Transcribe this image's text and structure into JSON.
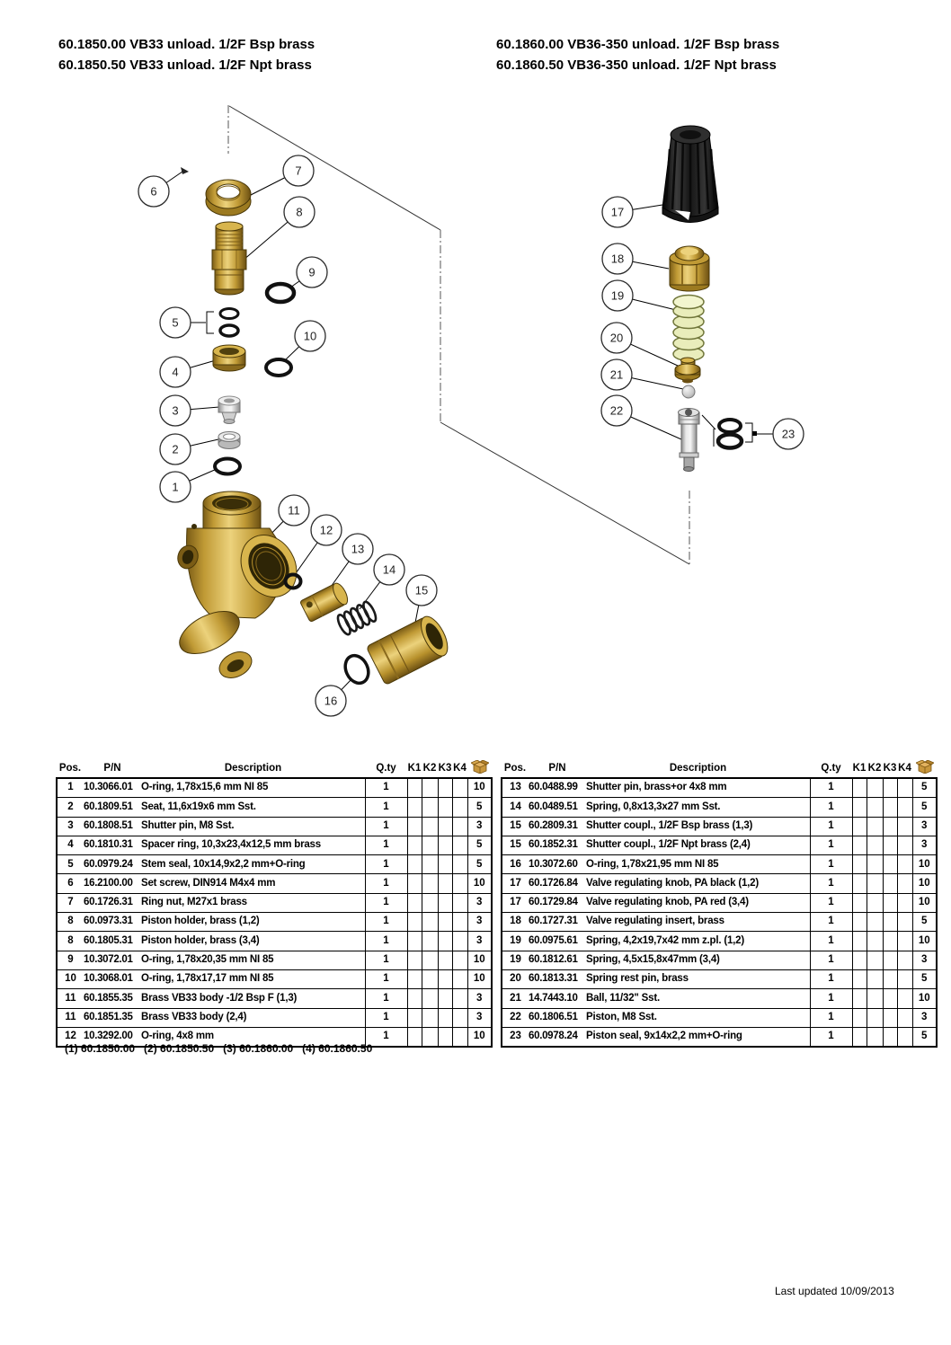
{
  "page": {
    "header_left": [
      "60.1850.00 VB33 unload. 1/2F Bsp brass",
      "60.1850.50 VB33 unload. 1/2F Npt brass"
    ],
    "header_right": [
      "60.1860.00 VB36-350 unload. 1/2F Bsp brass",
      "60.1860.50 VB36-350 unload. 1/2F Npt brass"
    ],
    "footnote": "(1) 60.1850.00   (2) 60.1850.50   (3) 60.1860.00   (4) 60.1860.50",
    "footer": "Last updated 10/09/2013"
  },
  "table": {
    "headers": {
      "pos": "Pos.",
      "pn": "P/N",
      "desc": "Description",
      "qty": "Q.ty",
      "k": [
        "K1",
        "K2",
        "K3",
        "K4"
      ],
      "box_icon": "package-icon"
    }
  },
  "left_rows": [
    {
      "pos": "1",
      "pn": "10.3066.01",
      "desc": "O-ring, 1,78x15,6 mm NI 85",
      "qty": "1",
      "box": "10"
    },
    {
      "pos": "2",
      "pn": "60.1809.51",
      "desc": "Seat, 11,6x19x6 mm Sst.",
      "qty": "1",
      "box": "5"
    },
    {
      "pos": "3",
      "pn": "60.1808.51",
      "desc": "Shutter pin, M8 Sst.",
      "qty": "1",
      "box": "3"
    },
    {
      "pos": "4",
      "pn": "60.1810.31",
      "desc": "Spacer ring, 10,3x23,4x12,5 mm brass",
      "qty": "1",
      "box": "5"
    },
    {
      "pos": "5",
      "pn": "60.0979.24",
      "desc": "Stem seal, 10x14,9x2,2 mm+O-ring",
      "qty": "1",
      "box": "5"
    },
    {
      "pos": "6",
      "pn": "16.2100.00",
      "desc": "Set screw, DIN914 M4x4 mm",
      "qty": "1",
      "box": "10"
    },
    {
      "pos": "7",
      "pn": "60.1726.31",
      "desc": "Ring nut, M27x1 brass",
      "qty": "1",
      "box": "3"
    },
    {
      "pos": "8",
      "pn": "60.0973.31",
      "desc": "Piston holder, brass (1,2)",
      "qty": "1",
      "box": "3"
    },
    {
      "pos": "8",
      "pn": "60.1805.31",
      "desc": "Piston holder, brass (3,4)",
      "qty": "1",
      "box": "3"
    },
    {
      "pos": "9",
      "pn": "10.3072.01",
      "desc": "O-ring, 1,78x20,35 mm NI 85",
      "qty": "1",
      "box": "10"
    },
    {
      "pos": "10",
      "pn": "10.3068.01",
      "desc": "O-ring, 1,78x17,17 mm NI 85",
      "qty": "1",
      "box": "10"
    },
    {
      "pos": "11",
      "pn": "60.1855.35",
      "desc": "Brass VB33 body -1/2 Bsp F (1,3)",
      "qty": "1",
      "box": "3"
    },
    {
      "pos": "11",
      "pn": "60.1851.35",
      "desc": "Brass VB33 body (2,4)",
      "qty": "1",
      "box": "3"
    },
    {
      "pos": "12",
      "pn": "10.3292.00",
      "desc": "O-ring, 4x8 mm",
      "qty": "1",
      "box": "10"
    }
  ],
  "right_rows": [
    {
      "pos": "13",
      "pn": "60.0488.99",
      "desc": "Shutter pin, brass+or 4x8 mm",
      "qty": "1",
      "box": "5"
    },
    {
      "pos": "14",
      "pn": "60.0489.51",
      "desc": "Spring, 0,8x13,3x27 mm Sst.",
      "qty": "1",
      "box": "5"
    },
    {
      "pos": "15",
      "pn": "60.2809.31",
      "desc": "Shutter coupl., 1/2F Bsp brass (1,3)",
      "qty": "1",
      "box": "3"
    },
    {
      "pos": "15",
      "pn": "60.1852.31",
      "desc": "Shutter coupl., 1/2F Npt brass (2,4)",
      "qty": "1",
      "box": "3"
    },
    {
      "pos": "16",
      "pn": "10.3072.60",
      "desc": "O-ring, 1,78x21,95 mm NI 85",
      "qty": "1",
      "box": "10"
    },
    {
      "pos": "17",
      "pn": "60.1726.84",
      "desc": "Valve regulating knob, PA black (1,2)",
      "qty": "1",
      "box": "10"
    },
    {
      "pos": "17",
      "pn": "60.1729.84",
      "desc": "Valve regulating knob, PA red (3,4)",
      "qty": "1",
      "box": "10"
    },
    {
      "pos": "18",
      "pn": "60.1727.31",
      "desc": "Valve regulating insert, brass",
      "qty": "1",
      "box": "5"
    },
    {
      "pos": "19",
      "pn": "60.0975.61",
      "desc": "Spring, 4,2x19,7x42 mm z.pl. (1,2)",
      "qty": "1",
      "box": "10"
    },
    {
      "pos": "19",
      "pn": "60.1812.61",
      "desc": "Spring, 4,5x15,8x47mm (3,4)",
      "qty": "1",
      "box": "3"
    },
    {
      "pos": "20",
      "pn": "60.1813.31",
      "desc": "Spring rest pin, brass",
      "qty": "1",
      "box": "5"
    },
    {
      "pos": "21",
      "pn": "14.7443.10",
      "desc": "Ball, 11/32\" Sst.",
      "qty": "1",
      "box": "10"
    },
    {
      "pos": "22",
      "pn": "60.1806.51",
      "desc": "Piston, M8 Sst.",
      "qty": "1",
      "box": "3"
    },
    {
      "pos": "23",
      "pn": "60.0978.24",
      "desc": "Piston seal, 9x14x2,2 mm+O-ring",
      "qty": "1",
      "box": "5"
    }
  ],
  "diagram": {
    "callout_labels": [
      "1",
      "2",
      "3",
      "4",
      "5",
      "6",
      "7",
      "8",
      "9",
      "10",
      "11",
      "12",
      "13",
      "14",
      "15",
      "16",
      "17",
      "18",
      "19",
      "20",
      "21",
      "22",
      "23"
    ]
  }
}
